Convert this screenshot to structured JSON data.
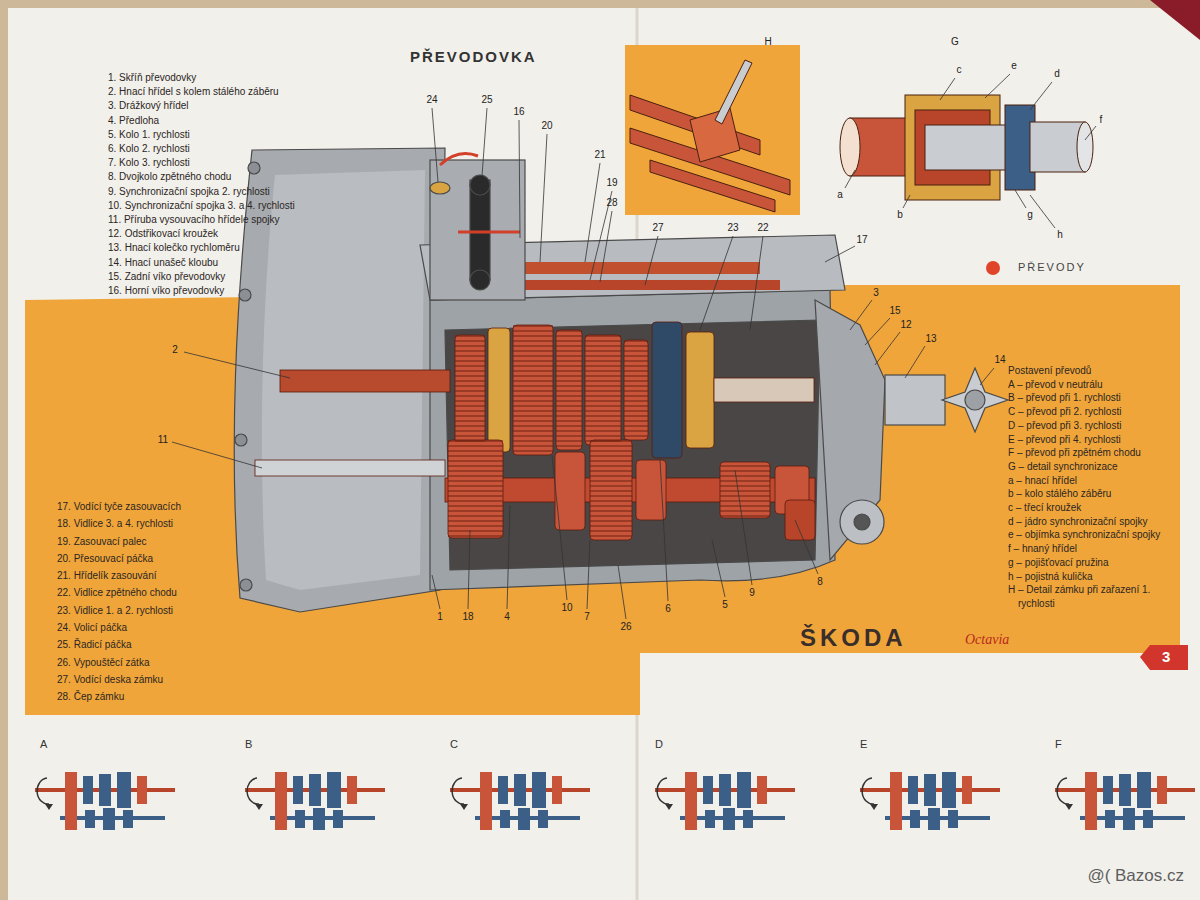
{
  "diagram": {
    "title": "PŘEVODOVKA",
    "labels": [
      "1. Skříň převodovky",
      "2. Hnací hřídel s kolem stálého záběru",
      "3. Drážkový hřídel",
      "4. Předloha",
      "5. Kolo 1. rychlosti",
      "6. Kolo 2. rychlosti",
      "7. Kolo 3. rychlosti",
      "8. Dvojkolo zpětného chodu",
      "9. Synchronizační spojka 2. rychlosti",
      "10. Synchronizační spojka 3. a 4. rychlosti",
      "11. Příruba vysouvacího hřídele spojky",
      "12. Odstřikovací kroužek",
      "13. Hnací kolečko rychloměru",
      "14. Hnací unašeč kloubu",
      "15. Zadní víko převodovky",
      "16. Horní víko převodovky",
      "17. Vodící tyče zasouvacích",
      "18. Vidlice 3. a 4. rychlosti",
      "19. Zasouvací palec",
      "20. Přesouvací páčka",
      "21. Hřídelík zasouvání",
      "22. Vidlice zpětného chodu",
      "23. Vidlice 1. a 2. rychlosti",
      "24. Volicí páčka",
      "25. Řadicí páčka",
      "26. Vypouštěcí zátka",
      "27. Vodící deska zámku",
      "28. Čep zámku",
      "Postavení převodů",
      "A – převod v neutrálu",
      "B – převod při 1. rychlosti",
      "C – převod při 2. rychlosti",
      "D – převod při 3. rychlosti",
      "E – převod při 4. rychlosti",
      "F – převod při zpětném chodu",
      "G – detail synchronizace",
      "a – hnací hřídel",
      "b – kolo stálého záběru",
      "c – třecí kroužek",
      "d – jádro synchronizační spojky",
      "e – objímka synchronizační spojky",
      "f – hnaný hřídel",
      "g – pojišťovací pružina",
      "h – pojistná kulička",
      "H – Detail zámku při zařazení 1. rychlosti",
      "24",
      "25",
      "16",
      "20",
      "21",
      "19",
      "28",
      "27",
      "23",
      "22",
      "17",
      "3",
      "15",
      "12",
      "13",
      "14",
      "2",
      "11",
      "1",
      "18",
      "4",
      "10",
      "7",
      "26",
      "6",
      "5",
      "9",
      "8",
      "G",
      "H",
      "c",
      "e",
      "d",
      "f",
      "a",
      "b",
      "g",
      "h",
      "ŠKODA",
      "Octavia",
      "3",
      "A",
      "B",
      "C",
      "D",
      "E",
      "F",
      "@( Bazos.cz"
    ],
    "legend": [
      {
        "text": "PŘEVODY",
        "color": "#e0452a"
      }
    ]
  }
}
